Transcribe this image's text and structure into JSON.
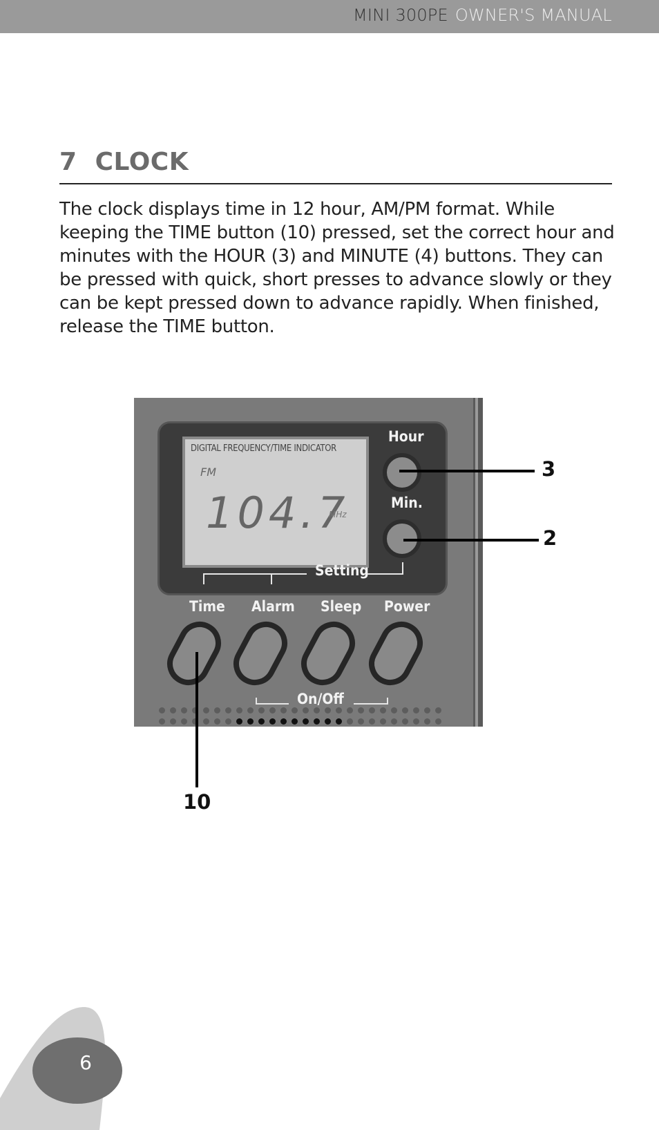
{
  "header": {
    "model": "MINI 300PE",
    "manual": "OWNER'S MANUAL"
  },
  "section": {
    "number": "7",
    "title": "CLOCK",
    "heading": "7  CLOCK",
    "body": "The clock displays time in 12 hour, AM/PM format. While keeping the TIME button (10) pressed, set the correct hour and minutes with the HOUR (3) and MINUTE (4) buttons. They can be pressed with quick, short presses to advance slowly or they can be kept pressed down to advance rapidly. When finished, release the TIME button."
  },
  "figure": {
    "lcd_title": "DIGITAL FREQUENCY/TIME INDICATOR",
    "lcd_band": "FM",
    "lcd_frequency": "104.7",
    "lcd_unit": "MHz",
    "labels": {
      "hour": "Hour",
      "min": "Min.",
      "setting": "Setting",
      "time": "Time",
      "alarm": "Alarm",
      "sleep": "Sleep",
      "power": "Power",
      "onoff": "On/Off"
    },
    "callouts": {
      "hour": "3",
      "min": "2",
      "time": "10"
    }
  },
  "colors": {
    "header_bar": "#9a9a9a",
    "heading": "#6b6b6b",
    "page_blob_light": "#cfcfcf",
    "page_blob_dark": "#6f6f6f"
  },
  "footer": {
    "page_number": "6"
  }
}
